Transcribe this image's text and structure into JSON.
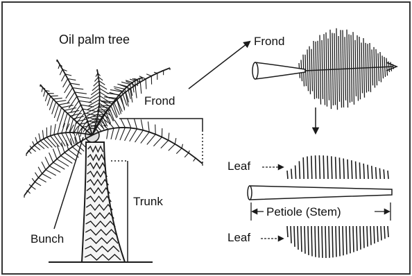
{
  "labels": {
    "title": "Oil palm tree",
    "frond_left": "Frond",
    "frond_right": "Frond",
    "trunk": "Trunk",
    "bunch": "Bunch",
    "leaf_top": "Leaf",
    "petiole": "Petiole (Stem)",
    "leaf_bottom": "Leaf"
  },
  "colors": {
    "ink": "#1a1a1a",
    "frame": "#333333",
    "background": "#ffffff"
  }
}
